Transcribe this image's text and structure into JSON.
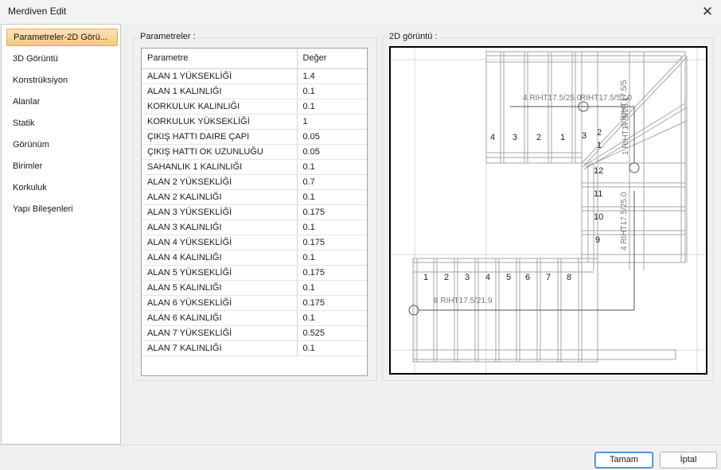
{
  "window": {
    "title": "Merdiven Edit"
  },
  "sidebar": {
    "items": [
      {
        "label": "Parametreler-2D Görü..."
      },
      {
        "label": "3D Görüntü"
      },
      {
        "label": "Konstrüksiyon"
      },
      {
        "label": "Alanlar"
      },
      {
        "label": "Statik"
      },
      {
        "label": "Görünüm"
      },
      {
        "label": "Birimler"
      },
      {
        "label": "Korkuluk"
      },
      {
        "label": "Yapı Bileşenleri"
      }
    ]
  },
  "parameters": {
    "group_label": "Parametreler :",
    "columns": [
      "Parametre",
      "Değer"
    ],
    "rows": [
      {
        "name": "ALAN 1 YÜKSEKLİĞİ",
        "value": "1.4"
      },
      {
        "name": "ALAN 1 KALINLIĞI",
        "value": "0.1"
      },
      {
        "name": "KORKULUK KALINLIĞI",
        "value": "0.1"
      },
      {
        "name": "KORKULUK YÜKSEKLİĞİ",
        "value": "1"
      },
      {
        "name": "ÇIKIŞ HATTI DAIRE ÇAPI",
        "value": "0.05"
      },
      {
        "name": "ÇIKIŞ HATTI OK UZUNLUĞU",
        "value": "0.05"
      },
      {
        "name": "SAHANLIK 1 KALINLIĞI",
        "value": "0.1"
      },
      {
        "name": "ALAN 2 YÜKSEKLİĞİ",
        "value": "0.7"
      },
      {
        "name": "ALAN 2 KALINLIĞI",
        "value": "0.1"
      },
      {
        "name": "ALAN 3 YÜKSEKLİĞİ",
        "value": "0.175"
      },
      {
        "name": "ALAN 3 KALINLIĞI",
        "value": "0.1"
      },
      {
        "name": "ALAN 4 YÜKSEKLİĞİ",
        "value": "0.175"
      },
      {
        "name": "ALAN 4 KALINLIĞI",
        "value": "0.1"
      },
      {
        "name": "ALAN 5 YÜKSEKLİĞİ",
        "value": "0.175"
      },
      {
        "name": "ALAN 5 KALINLIĞI",
        "value": "0.1"
      },
      {
        "name": "ALAN 6 YÜKSEKLİĞİ",
        "value": "0.175"
      },
      {
        "name": "ALAN 6 KALINLIĞI",
        "value": "0.1"
      },
      {
        "name": "ALAN 7 YÜKSEKLİĞİ",
        "value": "0.525"
      },
      {
        "name": "ALAN 7 KALINLIĞI",
        "value": "0.1"
      }
    ]
  },
  "view2d": {
    "group_label": "2D görüntü :",
    "top_run_label": "4 RIHT17.5/25.0",
    "top_run_label_2": "RIHT17.5/57.0",
    "diag_label_1": "1 RIHT17.5/25.1",
    "diag_label_2": "1 RIHT17.5/5",
    "right_run_label": "4 RIHT17.5/25.0",
    "bottom_run_label": "8 RIHT17.5/21.9",
    "top_steps": [
      "4",
      "3",
      "2",
      "1",
      "3",
      "2",
      "1"
    ],
    "right_steps": [
      "12",
      "11",
      "10",
      "9"
    ],
    "bottom_steps": [
      "1",
      "2",
      "3",
      "4",
      "5",
      "6",
      "7",
      "8"
    ]
  },
  "buttons": {
    "ok": "Tamam",
    "cancel": "İptal"
  },
  "icons": {
    "close": "close-icon"
  }
}
